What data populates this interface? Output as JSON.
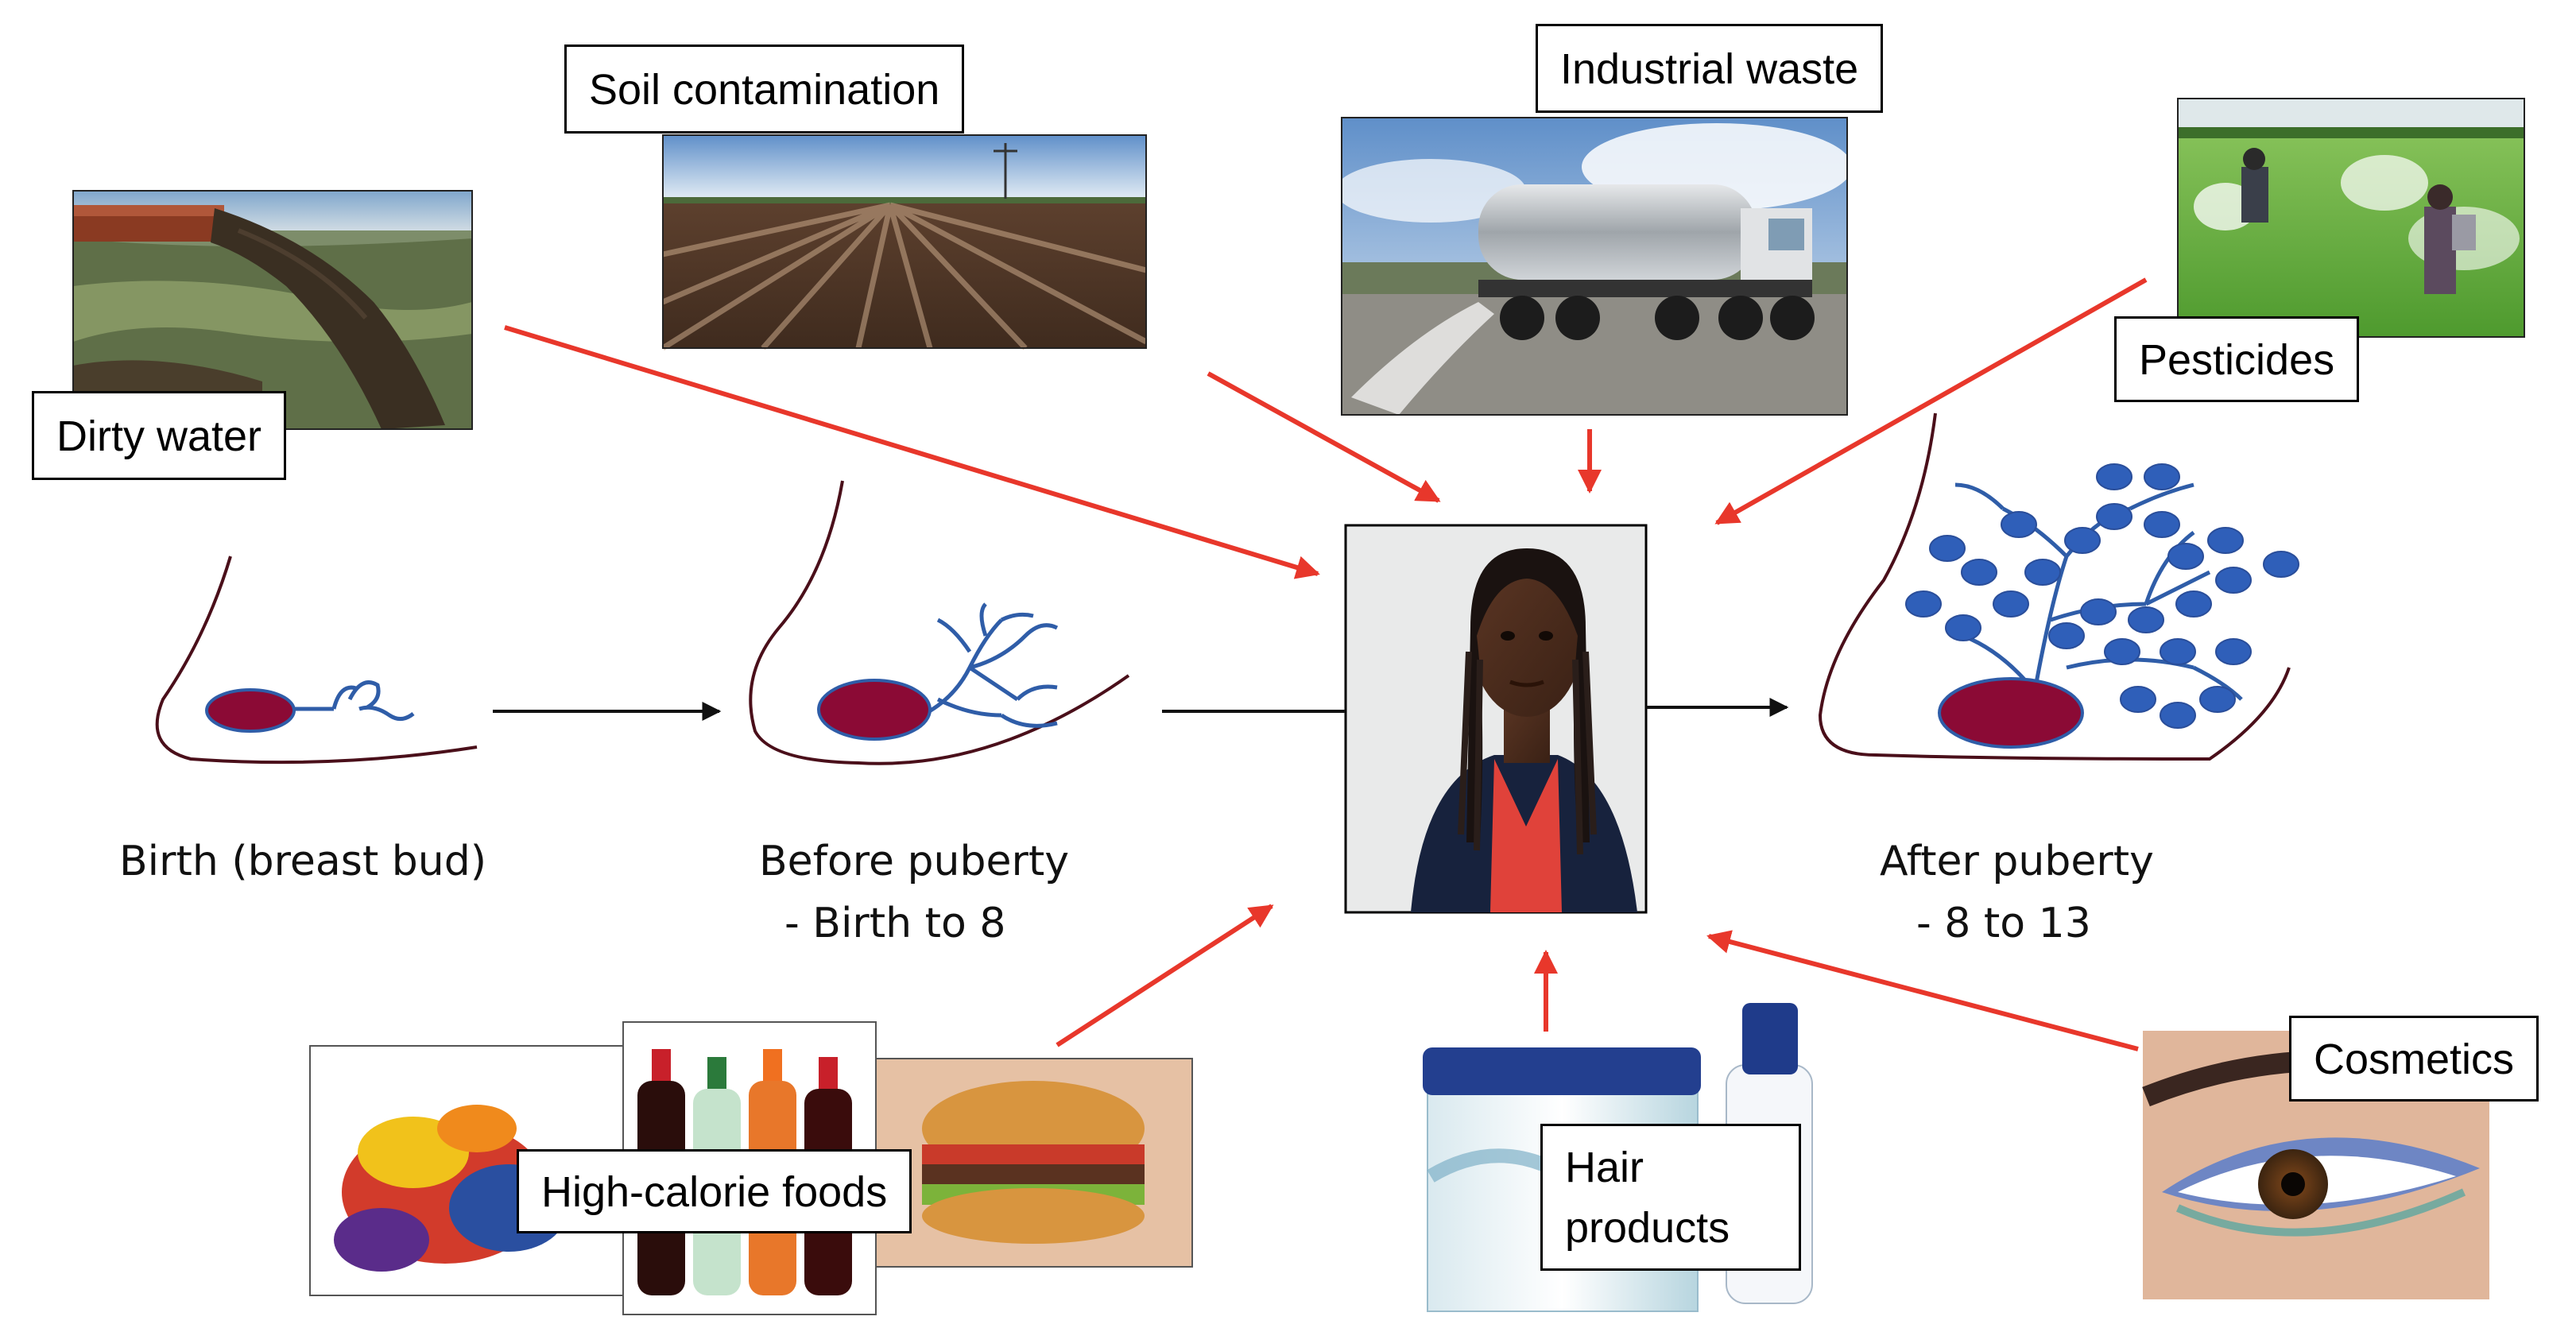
{
  "colors": {
    "arrow_red": "#e8372b",
    "arrow_black": "#111111",
    "nipple": "#8b0a35",
    "duct_blue": "#2f5da8",
    "lobule_blue": "#2f5fb9",
    "breast_outline": "#4a0f1a"
  },
  "sources": [
    {
      "id": "dirty-water",
      "label": "Dirty water"
    },
    {
      "id": "soil",
      "label": "Soil contamination"
    },
    {
      "id": "industrial",
      "label": "Industrial waste"
    },
    {
      "id": "pesticides",
      "label": "Pesticides"
    },
    {
      "id": "foods",
      "label": "High-calorie foods"
    },
    {
      "id": "hair",
      "label": "Hair\nproducts"
    },
    {
      "id": "cosmetics",
      "label": "Cosmetics"
    }
  ],
  "stages": {
    "birth": {
      "title": "Birth (breast bud)"
    },
    "before": {
      "title": "Before puberty",
      "range": "- Birth to 8"
    },
    "after": {
      "title": "After puberty",
      "range": "- 8 to 13"
    }
  },
  "icons": {
    "photos": [
      "sewage-pipe-photo",
      "plowed-field-photo",
      "tanker-truck-photo",
      "crop-spraying-photo",
      "girl-portrait-photo",
      "snack-foods-photo",
      "soda-bottles-photo",
      "burger-photo",
      "hair-cream-jar-photo",
      "lotion-bottle-photo",
      "eye-makeup-photo"
    ]
  }
}
